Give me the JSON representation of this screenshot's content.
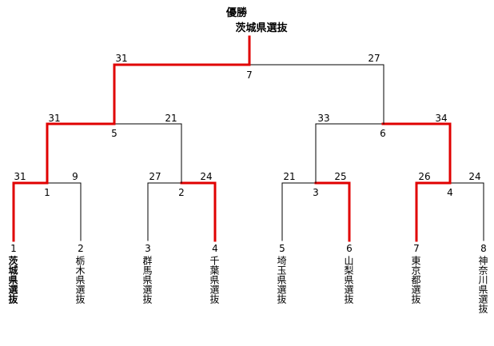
{
  "champion": {
    "label": "優勝",
    "name": "茨城県選抜"
  },
  "teams": [
    {
      "seed": "1",
      "name": "茨城県選抜",
      "winner": true
    },
    {
      "seed": "2",
      "name": "栃木県選抜",
      "winner": false
    },
    {
      "seed": "3",
      "name": "群馬県選抜",
      "winner": false
    },
    {
      "seed": "4",
      "name": "千葉県選抜",
      "winner": false
    },
    {
      "seed": "5",
      "name": "埼玉県選抜",
      "winner": false
    },
    {
      "seed": "6",
      "name": "山梨県選抜",
      "winner": false
    },
    {
      "seed": "7",
      "name": "東京都選抜",
      "winner": false
    },
    {
      "seed": "8",
      "name": "神奈川県選抜",
      "winner": false
    }
  ],
  "matches": [
    {
      "id": "1",
      "left_score": "31",
      "right_score": "9",
      "winner": "left"
    },
    {
      "id": "2",
      "left_score": "27",
      "right_score": "24",
      "winner": "right"
    },
    {
      "id": "3",
      "left_score": "21",
      "right_score": "25",
      "winner": "right"
    },
    {
      "id": "4",
      "left_score": "26",
      "right_score": "24",
      "winner": "left"
    },
    {
      "id": "5",
      "left_score": "31",
      "right_score": "21",
      "winner": "left"
    },
    {
      "id": "6",
      "left_score": "33",
      "right_score": "34",
      "winner": "right"
    },
    {
      "id": "7",
      "left_score": "31",
      "right_score": "27",
      "winner": "left"
    }
  ],
  "colors": {
    "winner_line": "#e00000",
    "loser_line": "#000000"
  }
}
